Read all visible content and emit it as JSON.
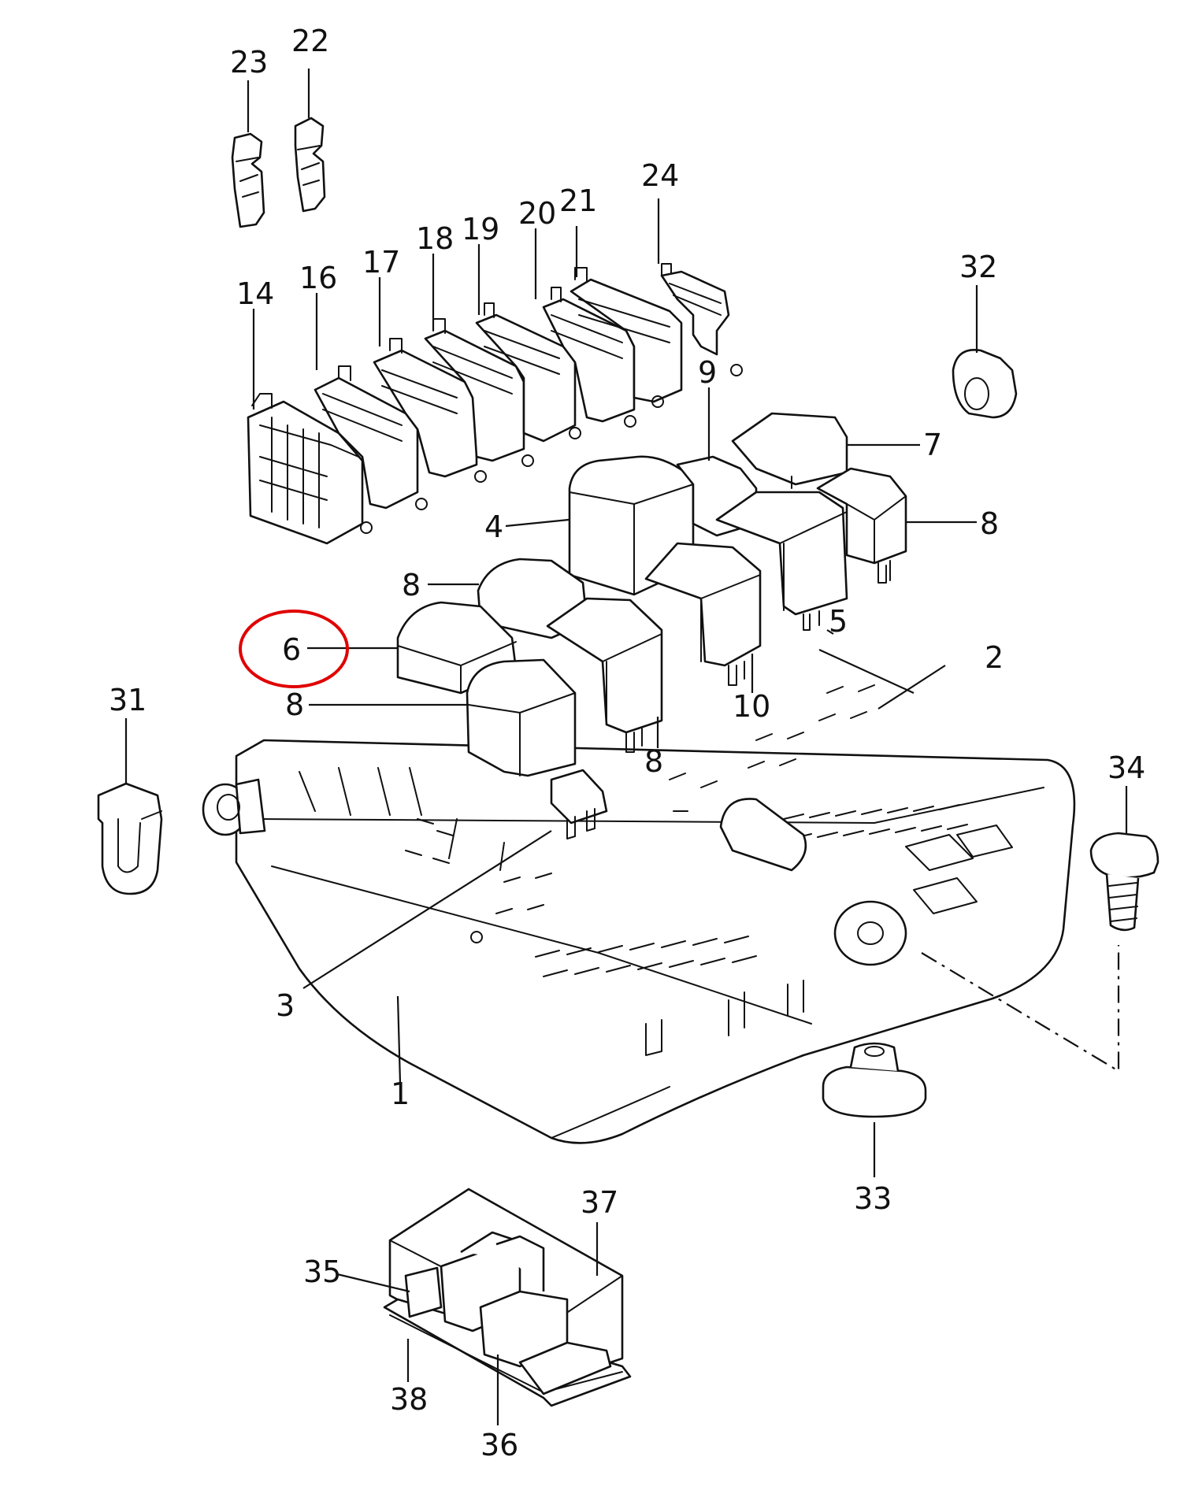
{
  "callouts": {
    "c1": "1",
    "c2": "2",
    "c3": "3",
    "c4": "4",
    "c5": "5",
    "c6": "6",
    "c7": "7",
    "c8a": "8",
    "c8b": "8",
    "c8c": "8",
    "c8d": "8",
    "c9": "9",
    "c10": "10",
    "c14": "14",
    "c16": "16",
    "c17": "17",
    "c18": "18",
    "c19": "19",
    "c20": "20",
    "c21": "21",
    "c22": "22",
    "c23": "23",
    "c24": "24",
    "c31": "31",
    "c32": "32",
    "c33": "33",
    "c34": "34",
    "c35": "35",
    "c36": "36",
    "c37": "37",
    "c38": "38"
  },
  "highlight": {
    "callout": "6",
    "color": "#e00000"
  }
}
